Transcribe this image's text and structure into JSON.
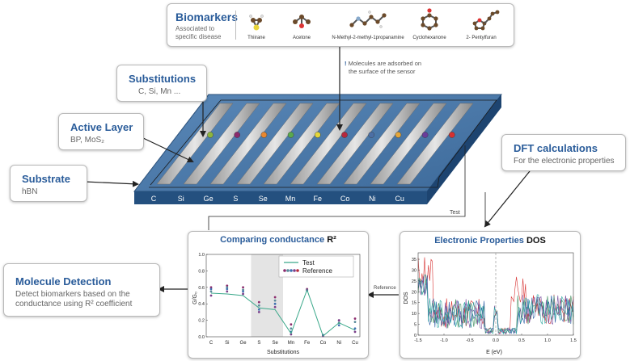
{
  "biomarkers": {
    "title": "Biomarkers",
    "subtitle_line1": "Associated to",
    "subtitle_line2": "specific disease",
    "molecules": [
      "Thiirane",
      "Acetone",
      "N-Methyl-2-methyl-1propanamine",
      "Cyclohexanone",
      "2- Pentylfuran"
    ]
  },
  "adsorption_note": {
    "mark": "!",
    "line1": "Molecules are adsorbed on",
    "line2": "the surface of the sensor"
  },
  "substitutions": {
    "title": "Substitutions",
    "subtitle": "C, Si, Mn ..."
  },
  "active_layer": {
    "title": "Active Layer",
    "subtitle": "BP, MoS₂"
  },
  "substrate": {
    "title": "Substrate",
    "subtitle": "hBN"
  },
  "dft": {
    "title": "DFT calculations",
    "subtitle": "For the electronic properties"
  },
  "sensor_labels": [
    "C",
    "Si",
    "Ge",
    "S",
    "Se",
    "Mn",
    "Fe",
    "Co",
    "Ni",
    "Cu"
  ],
  "sensor_dot_colors": [
    "#8db53c",
    "#8b2a6c",
    "#e8872f",
    "#5aa94c",
    "#e3d53a",
    "#b5283d",
    "#4c6fa5",
    "#e3a53a",
    "#6a3d9a",
    "#d73030"
  ],
  "test_label": "Test",
  "reference_label": "Reference",
  "molecule_detection": {
    "title": "Molecule Detection",
    "line1": "Detect biomarkers based on the",
    "line2": "conductance using R² coefficient"
  },
  "conductance_chart": {
    "title": "Comparing conductance",
    "title_bold": "R²",
    "ylabel": "G/G₀",
    "xlabel": "Substitutions",
    "legend_test": "Test",
    "legend_reference": "Reference",
    "yticks": [
      "0.0",
      "0.2",
      "0.4",
      "0.6",
      "0.8",
      "1.0"
    ]
  },
  "dos_chart": {
    "title": "Electronic Properties",
    "title_bold": "DOS",
    "ylabel": "DOS",
    "xlabel": "E (eV)",
    "xticks": [
      "-1.5",
      "-1.0",
      "-0.5",
      "0.0",
      "0.5",
      "1.0",
      "1.5"
    ],
    "yticks": [
      "0",
      "5",
      "10",
      "15",
      "20",
      "25",
      "30",
      "35"
    ]
  },
  "chart_data": [
    {
      "type": "line",
      "title": "Comparing conductance R²",
      "xlabel": "Substitutions",
      "ylabel": "G/G₀",
      "ylim": [
        0,
        1.0
      ],
      "categories": [
        "C",
        "Si",
        "Ge",
        "S",
        "Se",
        "Mn",
        "Fe",
        "Co",
        "Ni",
        "Cu"
      ],
      "series": [
        {
          "name": "Test",
          "values": [
            0.53,
            0.52,
            0.5,
            0.35,
            0.33,
            0.04,
            0.57,
            0.01,
            0.17,
            0.08
          ]
        }
      ],
      "reference_points": [
        [
          0.6,
          0.55,
          0.58,
          0.5
        ],
        [
          0.62,
          0.6,
          0.58,
          0.55
        ],
        [
          0.6,
          0.57,
          0.55,
          0.52
        ],
        [
          0.42,
          0.38,
          0.33,
          0.3
        ],
        [
          0.48,
          0.44,
          0.4,
          0.36
        ],
        [
          0.15,
          0.1,
          0.06,
          0.03
        ],
        [
          0.58,
          0.57,
          0.56,
          0.57
        ],
        [
          0.02,
          0.01,
          0.02,
          0.01
        ],
        [
          0.2,
          0.17,
          0.14,
          0.2
        ],
        [
          0.22,
          0.18,
          0.1,
          0.06
        ]
      ],
      "reference_colors": [
        "#8b2a6c",
        "#5a8a9a",
        "#3f6fb0",
        "#7a3f8a",
        "#b5283d"
      ],
      "highlight_band": [
        "S",
        "Se"
      ]
    },
    {
      "type": "line",
      "title": "Electronic Properties DOS",
      "xlabel": "E (eV)",
      "ylabel": "DOS",
      "xlim": [
        -1.5,
        1.5
      ],
      "ylim": [
        0,
        38
      ],
      "series_colors": [
        "#d73030",
        "#3b8a5a",
        "#2f5fa8",
        "#7a4fa0",
        "#2aa7a0"
      ],
      "marker_x": 0.0
    }
  ]
}
